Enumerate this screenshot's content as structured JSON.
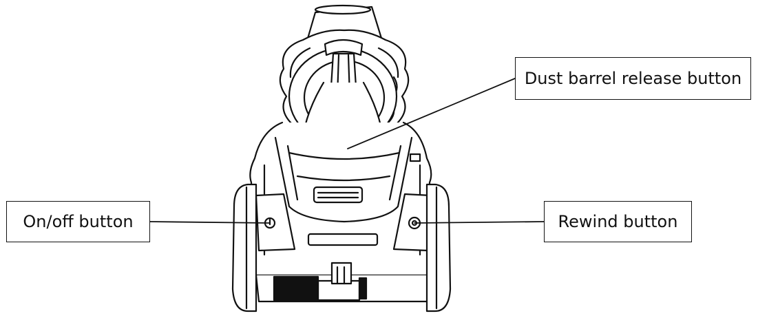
{
  "labels": {
    "dust_barrel_release": "Dust barrel release button",
    "on_off": "On/off button",
    "rewind": "Rewind button"
  },
  "colors": {
    "line": "#111111",
    "background": "#ffffff"
  }
}
